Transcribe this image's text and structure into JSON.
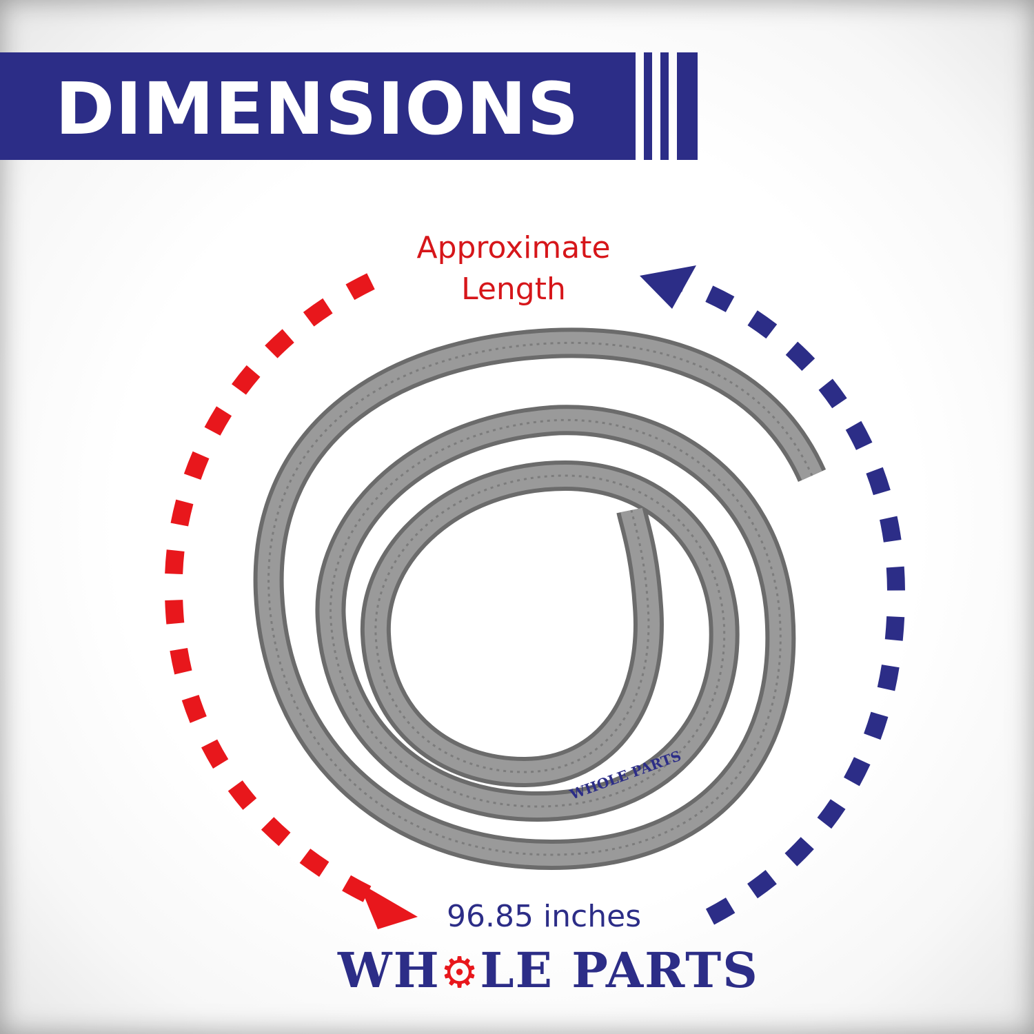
{
  "header": {
    "title": "DIMENSIONS"
  },
  "diagram": {
    "caption": "Approximate\nLength",
    "value": "96.85 inches"
  },
  "brand": {
    "name": "WHOLE PARTS",
    "hose_imprint": "WHOLE PARTS"
  },
  "colors": {
    "navy": "#2c2d87",
    "red": "#e8171c",
    "hose": "#8f8f8f"
  },
  "icons": [
    "gear-icon",
    "dashed-arrow-red",
    "dashed-arrow-blue",
    "coiled-hose-image"
  ]
}
